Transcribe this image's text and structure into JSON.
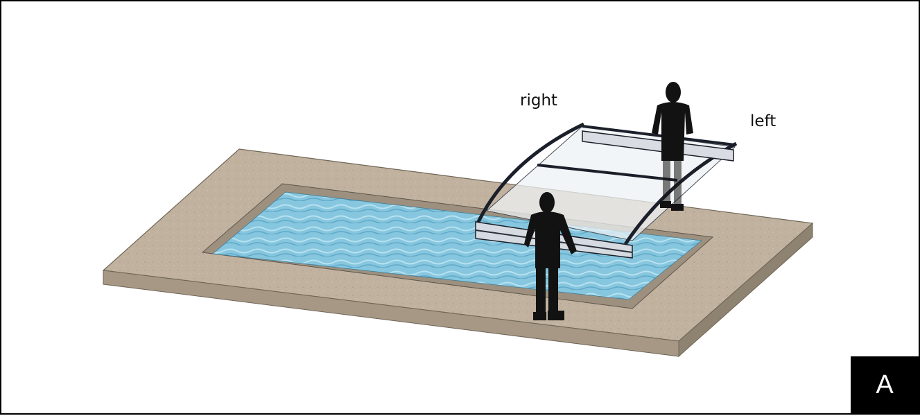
{
  "labels": {
    "right": "right",
    "left": "left"
  },
  "badge": "A",
  "colors": {
    "deck_top": "#c1b29f",
    "deck_side": "#9d907e",
    "water": "#8ccae0",
    "water_deep": "#5aa9c9",
    "frame": "#1b1f2a",
    "glass": "#eef1f4",
    "person": "#121212"
  }
}
